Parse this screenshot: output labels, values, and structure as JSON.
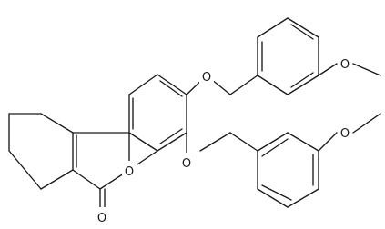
{
  "structure": {
    "type": "skeletal-formula",
    "atom_labels": {
      "o_methoxy_top": "O",
      "o_ether_top": "O",
      "o_ether_bottom": "O",
      "o_methoxy_bottom": "O",
      "o_ring": "O",
      "o_carbonyl": "O"
    },
    "colors": {
      "ink": "#1a1a1a",
      "background": "#ffffff"
    }
  }
}
